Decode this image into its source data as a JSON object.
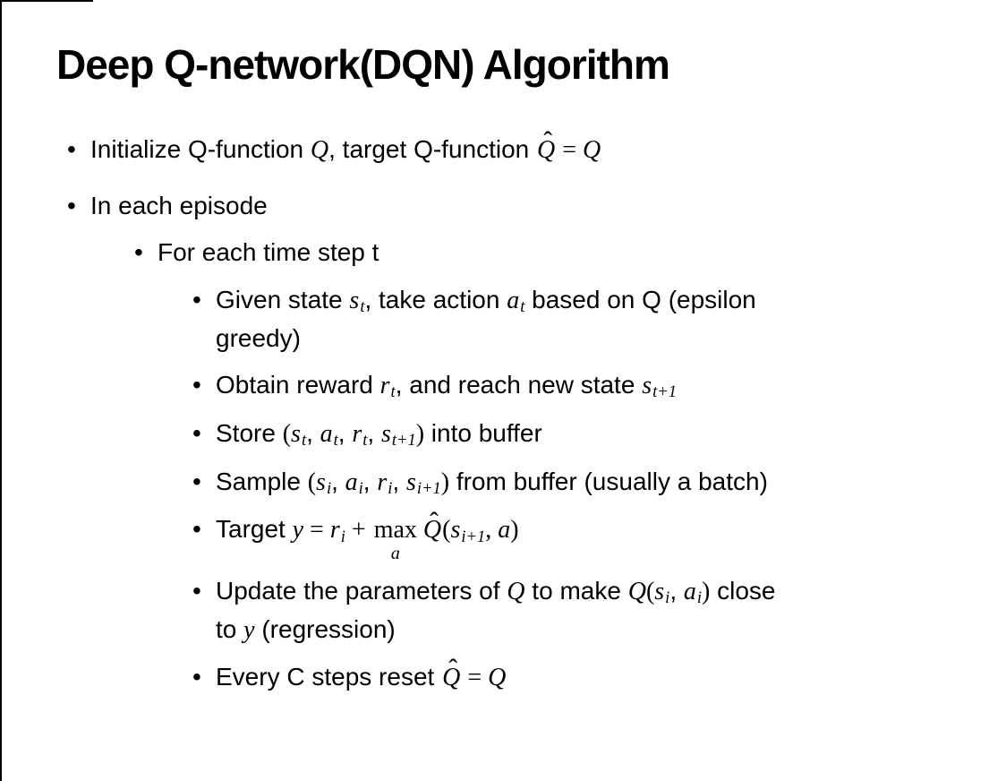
{
  "title": "Deep Q-network(DQN) Algorithm",
  "bullet_char": "•",
  "math": {
    "hat_char": "ˆ"
  },
  "bullets": [
    {
      "level": 1,
      "segments": [
        {
          "text": "Initialize Q-function "
        },
        {
          "var": "Q"
        },
        {
          "text": ", target Q-function "
        },
        {
          "varhat": "Q"
        },
        {
          "mtext": " = "
        },
        {
          "var": "Q"
        }
      ]
    },
    {
      "level": 1,
      "segments": [
        {
          "text": "In each episode"
        }
      ]
    },
    {
      "level": 2,
      "segments": [
        {
          "text": "For each time step t"
        }
      ]
    },
    {
      "level": 3,
      "segments": [
        {
          "text": "Given state "
        },
        {
          "var": "s",
          "sub": "t"
        },
        {
          "text": ", take action "
        },
        {
          "var": "a",
          "sub": "t"
        },
        {
          "text": " based on Q (epsilon"
        },
        {
          "text": "greedy)"
        }
      ]
    },
    {
      "level": 3,
      "segments": [
        {
          "text": "Obtain reward "
        },
        {
          "var": "r",
          "sub": "t"
        },
        {
          "text": ", and reach new state "
        },
        {
          "var": "s",
          "sub": "t+1"
        }
      ]
    },
    {
      "level": 3,
      "segments": [
        {
          "text": "Store "
        },
        {
          "mtext": "("
        },
        {
          "var": "s",
          "sub": "t"
        },
        {
          "text": ", "
        },
        {
          "var": "a",
          "sub": "t"
        },
        {
          "text": ", "
        },
        {
          "var": "r",
          "sub": "t"
        },
        {
          "text": ", "
        },
        {
          "var": "s",
          "sub": "t+1"
        },
        {
          "mtext": ")"
        },
        {
          "text": " into buffer"
        }
      ]
    },
    {
      "level": 3,
      "segments": [
        {
          "text": "Sample "
        },
        {
          "mtext": "("
        },
        {
          "var": "s",
          "sub": "i"
        },
        {
          "text": ", "
        },
        {
          "var": "a",
          "sub": "i"
        },
        {
          "text": ", "
        },
        {
          "var": "r",
          "sub": "i"
        },
        {
          "text": ", "
        },
        {
          "var": "s",
          "sub": "i+1"
        },
        {
          "mtext": ")"
        },
        {
          "text": " from buffer (usually a batch)"
        }
      ]
    },
    {
      "level": 3,
      "segments": [
        {
          "text": "Target "
        },
        {
          "var": "y"
        },
        {
          "mtext": " = "
        },
        {
          "var": "r",
          "sub": "i"
        },
        {
          "mtext": " + "
        },
        {
          "maxop": {
            "op": "max",
            "under": "a"
          }
        },
        {
          "varhat": "Q"
        },
        {
          "mtext": "("
        },
        {
          "var": "s",
          "sub": "i+1"
        },
        {
          "mtext": ", "
        },
        {
          "var": "a"
        },
        {
          "mtext": ")"
        }
      ]
    },
    {
      "level": 3,
      "segments": [
        {
          "text": "Update the parameters of "
        },
        {
          "var": "Q"
        },
        {
          "text": " to make "
        },
        {
          "var": "Q"
        },
        {
          "mtext": "("
        },
        {
          "var": "s",
          "sub": "i"
        },
        {
          "text": ", "
        },
        {
          "var": "a",
          "sub": "i"
        },
        {
          "mtext": ")"
        },
        {
          "text": " close"
        },
        {
          "text": "to "
        },
        {
          "var": "y"
        },
        {
          "text": " (regression)"
        }
      ]
    },
    {
      "level": 3,
      "segments": [
        {
          "text": "Every C steps reset "
        },
        {
          "varhat": "Q"
        },
        {
          "mtext": " = "
        },
        {
          "var": "Q"
        }
      ]
    }
  ]
}
